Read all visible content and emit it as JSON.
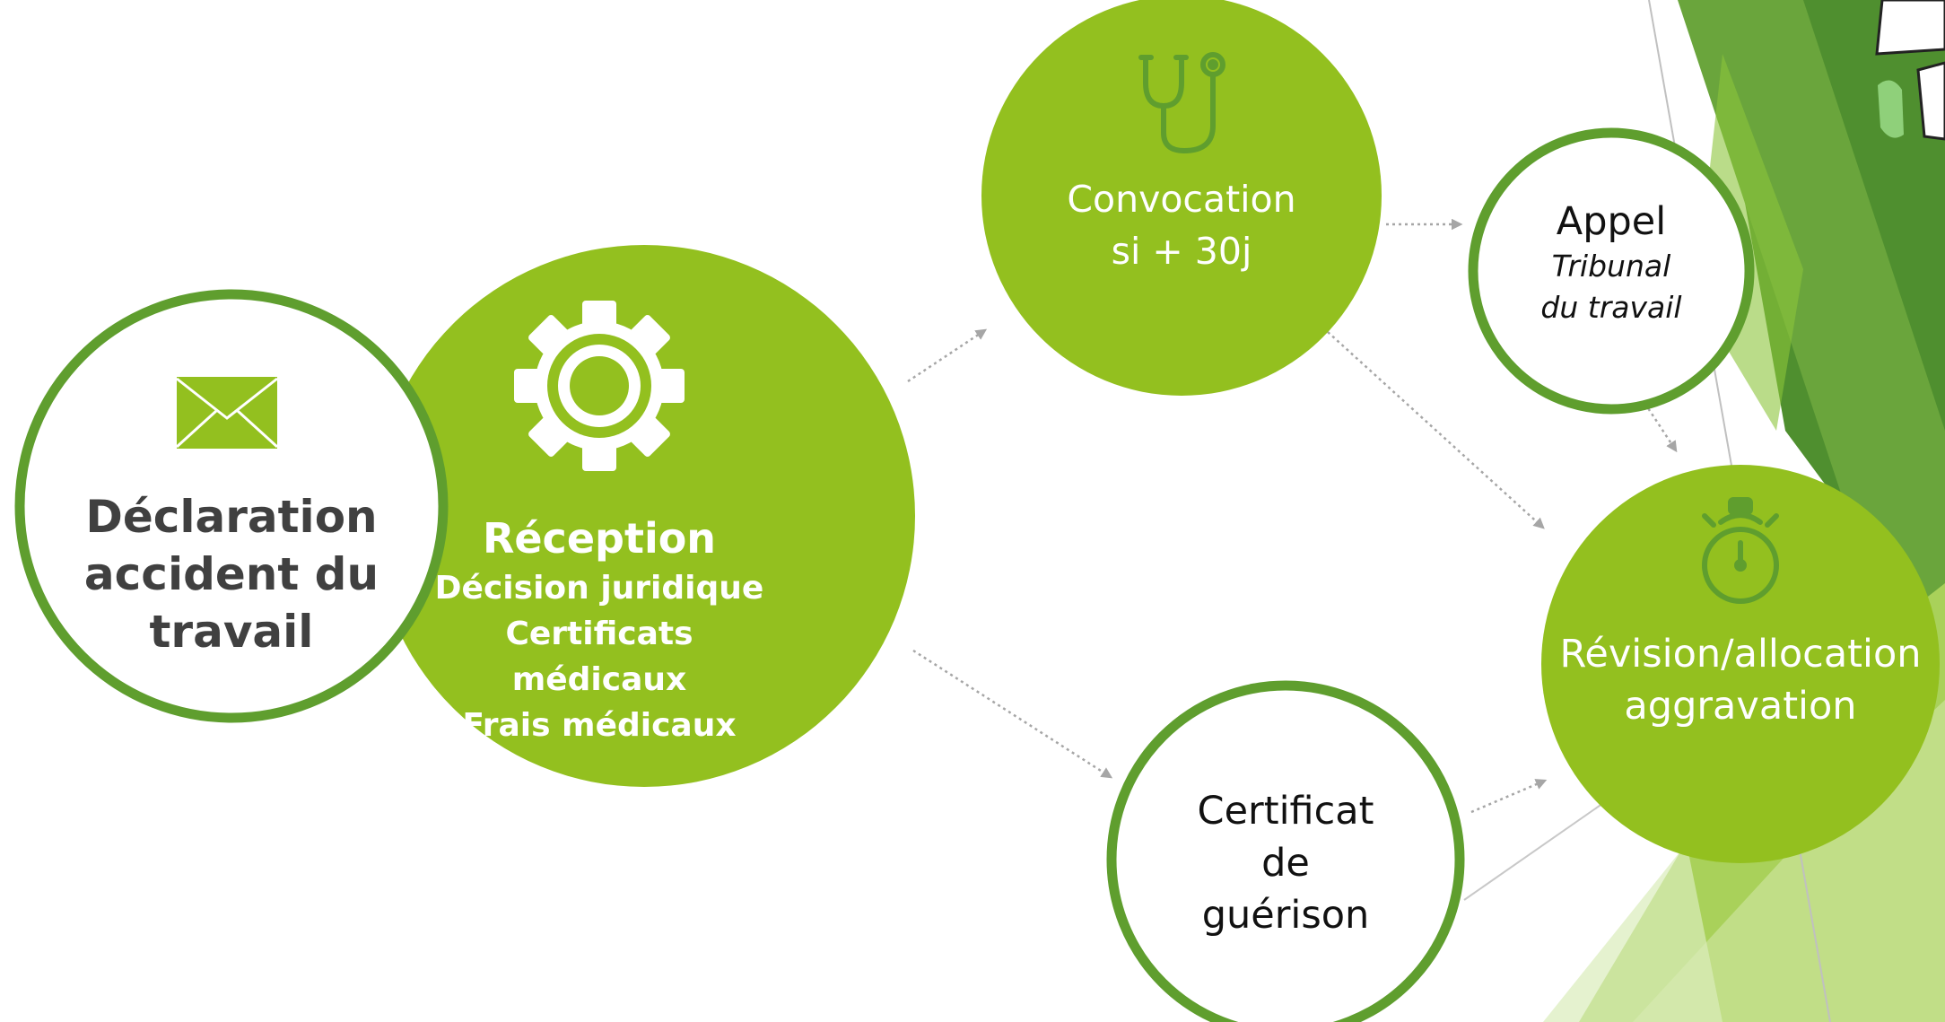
{
  "colors": {
    "accent": "#93c01f",
    "ring": "#5f9e2e",
    "arrow": "#a6a6a6",
    "text_dark": "#404040",
    "deco_dark": "#4c8a2e",
    "deco_mid": "#71b33b",
    "deco_light": "#c8e29a"
  },
  "nodes": {
    "declaration": {
      "icon": "envelope-icon",
      "lines": [
        "Déclaration",
        "accident du",
        "travail"
      ]
    },
    "reception": {
      "icon": "gear-icon",
      "title": "Réception",
      "lines": [
        "Décision juridique",
        "Certificats",
        "médicaux",
        "Frais médicaux"
      ]
    },
    "convocation": {
      "icon": "stethoscope-icon",
      "lines": [
        "Convocation",
        "si + 30j"
      ]
    },
    "appel": {
      "title": "Appel",
      "lines": [
        "Tribunal",
        "du travail"
      ]
    },
    "revision": {
      "icon": "stopwatch-icon",
      "lines": [
        "Révision/allocation",
        "aggravation"
      ]
    },
    "certificat": {
      "lines": [
        "Certificat",
        "de",
        "guérison"
      ]
    }
  }
}
